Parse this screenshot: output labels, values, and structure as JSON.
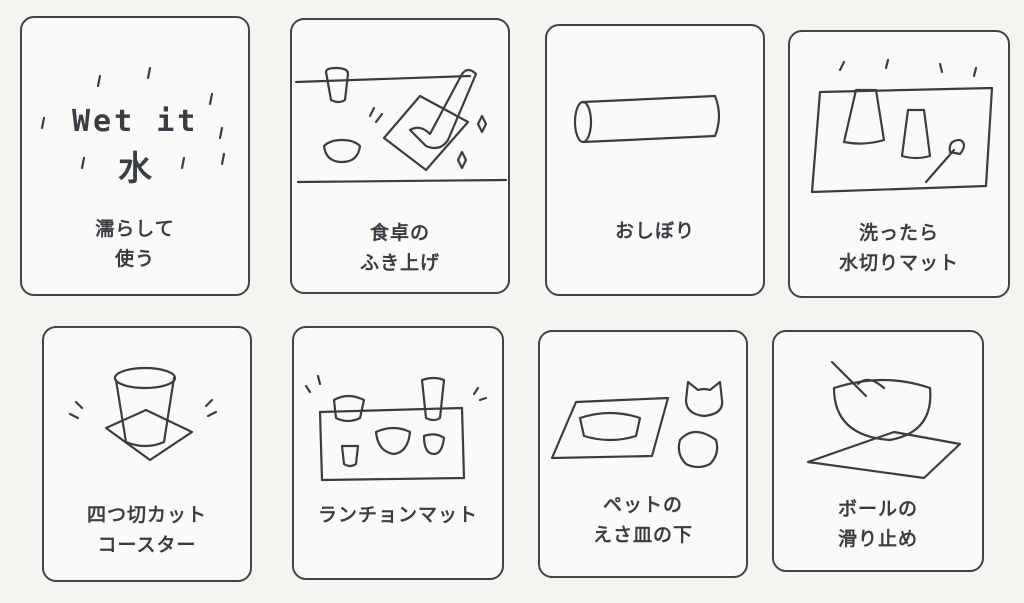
{
  "cards": [
    {
      "icon": "wet-it-water-drops",
      "art_text": "Wet it",
      "art_kanji": "水",
      "lines": [
        "濡らして",
        "使う"
      ]
    },
    {
      "icon": "table-wiping",
      "lines": [
        "食卓の",
        "ふき上げ"
      ]
    },
    {
      "icon": "rolled-towel",
      "lines": [
        "おしぼり"
      ]
    },
    {
      "icon": "dish-drying-mat",
      "lines": [
        "洗ったら",
        "水切りマット"
      ]
    },
    {
      "icon": "glass-coaster",
      "lines": [
        "四つ切カット",
        "コースター"
      ]
    },
    {
      "icon": "luncheon-mat",
      "lines": [
        "ランチョンマット"
      ]
    },
    {
      "icon": "pet-bowl-mat",
      "lines": [
        "ペットの",
        "えさ皿の下"
      ]
    },
    {
      "icon": "bowl-non-slip",
      "lines": [
        "ボールの",
        "滑り止め"
      ]
    }
  ]
}
